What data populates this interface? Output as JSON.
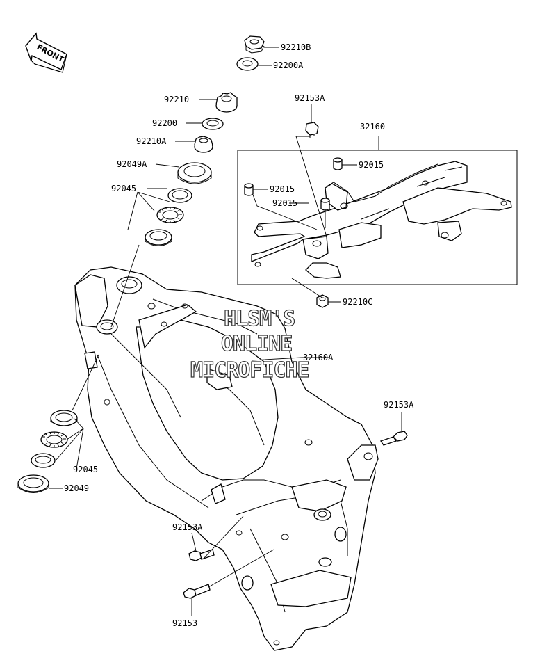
{
  "diagram": {
    "front_arrow": "FRONT",
    "watermark": [
      "HLSM'S",
      "ONLINE",
      "MICROFICHE"
    ],
    "parts": [
      {
        "id": "p1",
        "code": "92210B"
      },
      {
        "id": "p2",
        "code": "92200A"
      },
      {
        "id": "p3",
        "code": "92210"
      },
      {
        "id": "p4",
        "code": "92200"
      },
      {
        "id": "p5",
        "code": "92210A"
      },
      {
        "id": "p6",
        "code": "92049A"
      },
      {
        "id": "p7",
        "code": "92045"
      },
      {
        "id": "p8",
        "code": "92153A"
      },
      {
        "id": "p9",
        "code": "32160"
      },
      {
        "id": "p10",
        "code": "92015"
      },
      {
        "id": "p11",
        "code": "92015"
      },
      {
        "id": "p12",
        "code": "92015"
      },
      {
        "id": "p13",
        "code": "92210C"
      },
      {
        "id": "p14",
        "code": "32160A"
      },
      {
        "id": "p15",
        "code": "92153A"
      },
      {
        "id": "p16",
        "code": "92045"
      },
      {
        "id": "p17",
        "code": "92049"
      },
      {
        "id": "p18",
        "code": "92153A"
      },
      {
        "id": "p19",
        "code": "92153"
      }
    ]
  }
}
